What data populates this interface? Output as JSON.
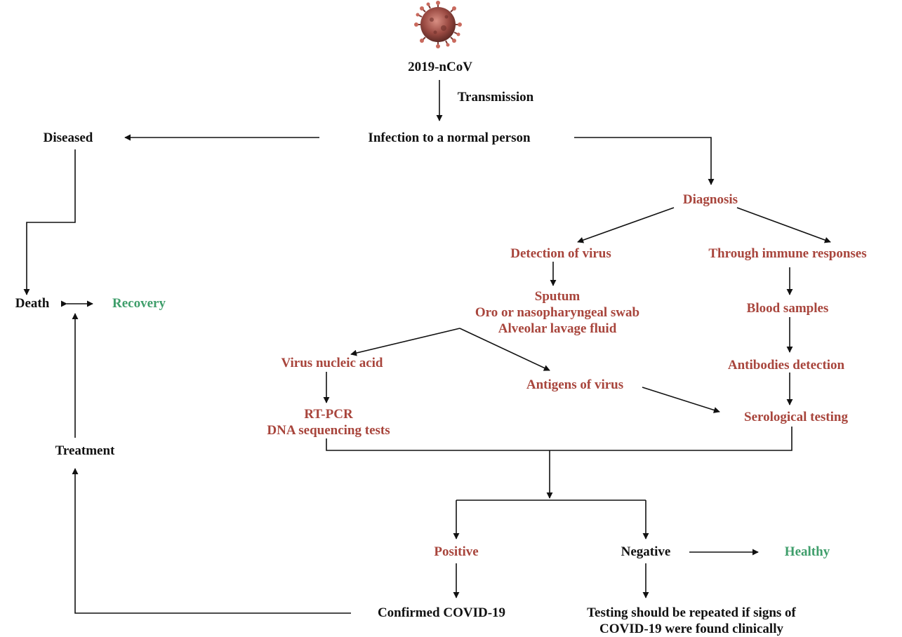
{
  "colors": {
    "black": "#111111",
    "red": "#a8453c",
    "green": "#3f9e6b",
    "virus": "#9a4a42"
  },
  "virus_icon": "coronavirus-icon",
  "nodes": {
    "virus": "2019-nCoV",
    "transmission": "Transmission",
    "infection": "Infection to a normal person",
    "diseased": "Diseased",
    "death": "Death",
    "recovery": "Recovery",
    "treatment": "Treatment",
    "diagnosis": "Diagnosis",
    "detection": "Detection of virus",
    "immune": "Through immune responses",
    "samples": [
      "Sputum",
      "Oro or nasopharyngeal swab",
      "Alveolar lavage fluid"
    ],
    "blood": "Blood samples",
    "nucleic": "Virus nucleic acid",
    "antigens": "Antigens of virus",
    "antibodies": "Antibodies detection",
    "pcr": [
      "RT-PCR",
      "DNA sequencing tests"
    ],
    "serological": "Serological testing",
    "positive": "Positive",
    "negative": "Negative",
    "healthy": "Healthy",
    "confirmed": "Confirmed COVID-19",
    "repeat": [
      "Testing should be repeated if signs of",
      "COVID-19 were found clinically"
    ]
  }
}
